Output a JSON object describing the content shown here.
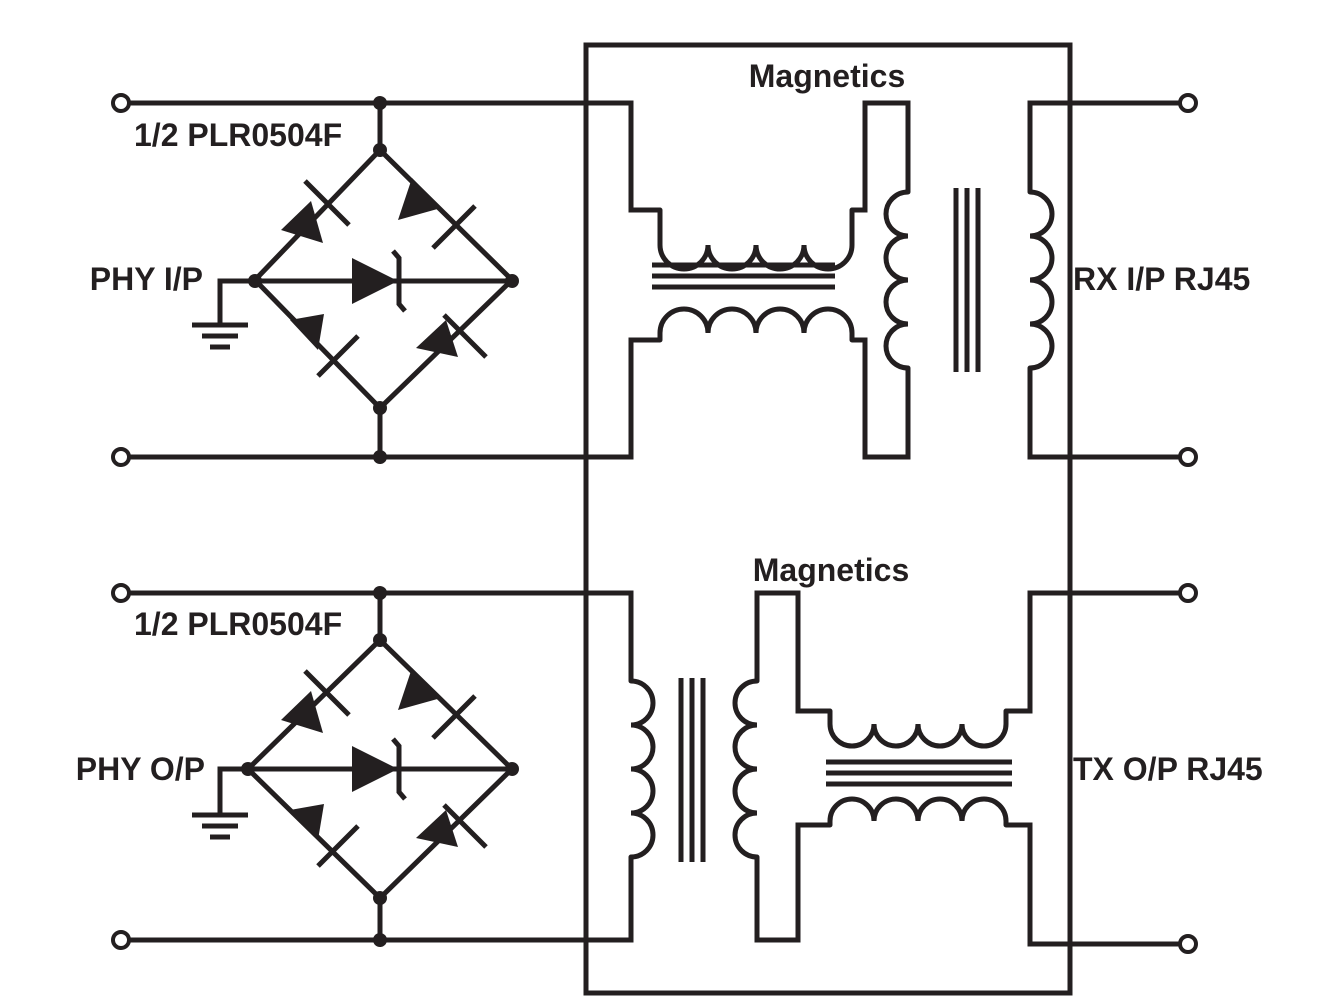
{
  "diagram": {
    "magnetics_top_label": "Magnetics",
    "magnetics_bottom_label": "Magnetics",
    "protector_top_label": "1/2 PLR0504F",
    "protector_bottom_label": "1/2 PLR0504F",
    "phy_input_label": "PHY I/P",
    "phy_output_label": "PHY O/P",
    "rx_label": "RX I/P RJ45",
    "tx_label": "TX O/P RJ45"
  },
  "colors": {
    "ink": "#231f20",
    "background": "#ffffff"
  }
}
